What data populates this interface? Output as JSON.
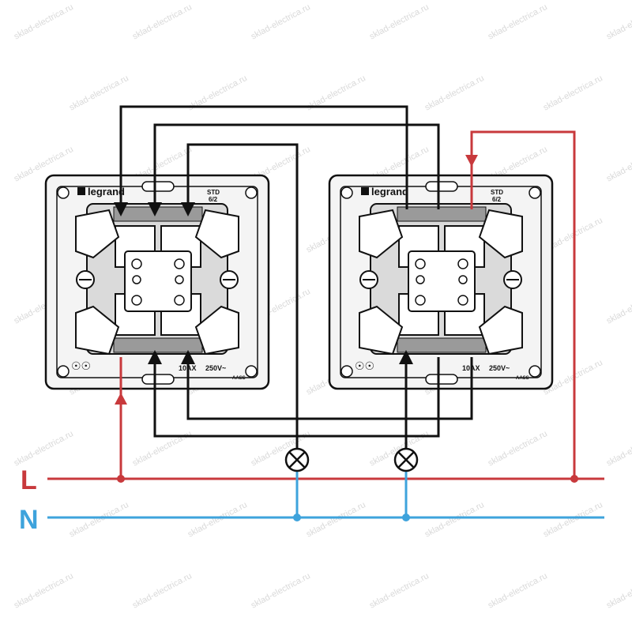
{
  "lines": {
    "live": {
      "label": "L",
      "color": "#c8393c"
    },
    "neutral": {
      "label": "N",
      "color": "#3ea3dc"
    }
  },
  "wire_color": "#111111",
  "switches": [
    {
      "brand": "legrand",
      "model_top": "STD",
      "model_bottom": "6/2",
      "rating": "10AX",
      "voltage": "250V~",
      "code": "AASS"
    },
    {
      "brand": "legrand",
      "model_top": "STD",
      "model_bottom": "6/2",
      "rating": "10AX",
      "voltage": "250V~",
      "code": "AASS"
    }
  ],
  "watermark": "sklad-electrica.ru"
}
